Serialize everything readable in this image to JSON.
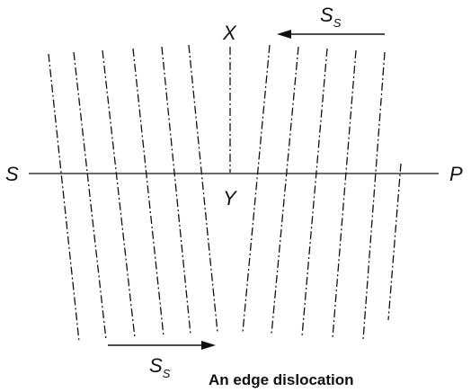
{
  "labels": {
    "top_arrow": {
      "main": "S",
      "sub": "S"
    },
    "bottom_arrow": {
      "main": "S",
      "sub": "S"
    },
    "left_end": "S",
    "right_end": "P",
    "top_point": "X",
    "center_point": "Y"
  },
  "caption": "An edge dislocation",
  "colors": {
    "ink": "#111111",
    "background": "#ffffff"
  }
}
